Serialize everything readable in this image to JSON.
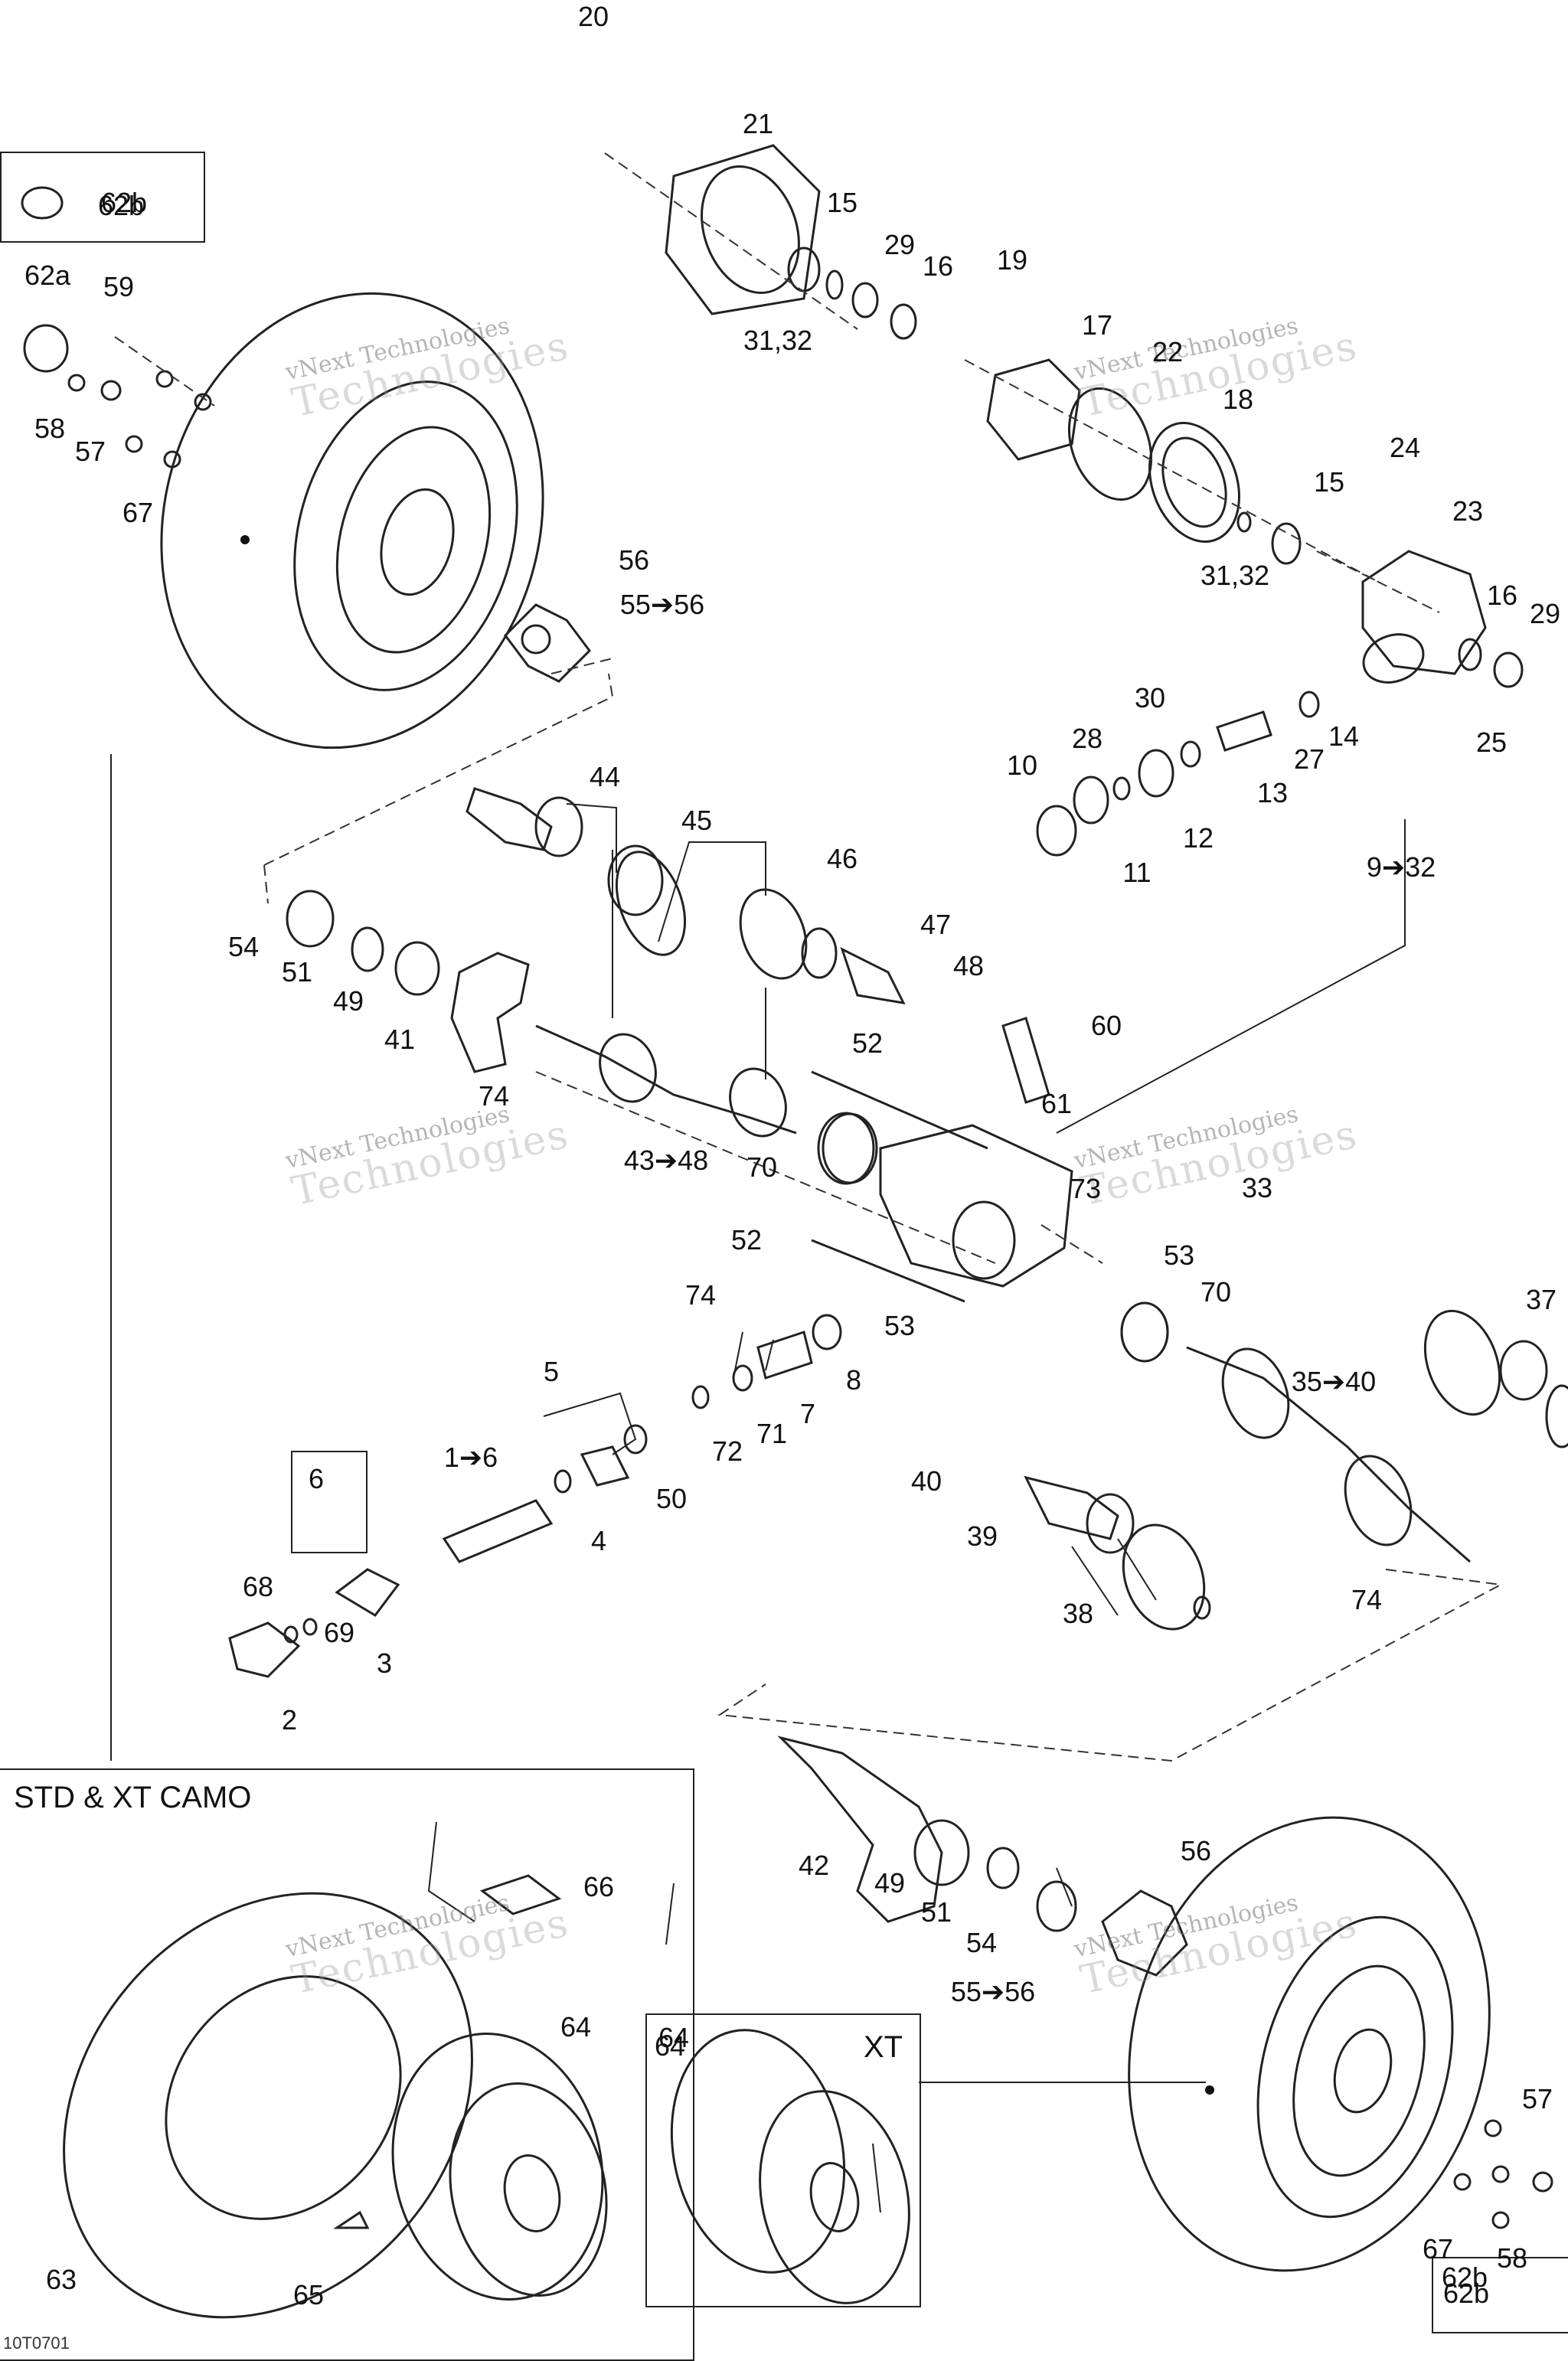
{
  "labels": [
    "20",
    "21",
    "15",
    "29",
    "16",
    "19",
    "31,32",
    "17",
    "22",
    "18",
    "15",
    "24",
    "23",
    "31,32",
    "16",
    "29",
    "25",
    "30",
    "28",
    "27",
    "14",
    "13",
    "10",
    "11",
    "12",
    "9➔32",
    "62b",
    "62a",
    "59",
    "58",
    "57",
    "67",
    "56",
    "55➔56",
    "44",
    "45",
    "46",
    "47",
    "48",
    "54",
    "51",
    "49",
    "41",
    "74",
    "43➔48",
    "52",
    "60",
    "61",
    "70",
    "52",
    "73",
    "33",
    "53",
    "70",
    "74",
    "8",
    "53",
    "7",
    "71",
    "72",
    "5",
    "50",
    "1➔6",
    "4",
    "37",
    "35➔40",
    "40",
    "39",
    "38",
    "74",
    "6",
    "68",
    "69",
    "3",
    "2",
    "56",
    "42",
    "49",
    "51",
    "54",
    "55➔56",
    "66",
    "64",
    "63",
    "65",
    "64",
    "57",
    "67",
    "58",
    "62b"
  ],
  "boxes": {
    "std_xt_camo": "STD & XT CAMO",
    "xt_title": "XT",
    "xt_part": "64",
    "inset_62b": "62b",
    "inset_62b_bottom": "62b"
  },
  "watermark": {
    "line1": "vNext Technologies",
    "line2": "Technologies"
  },
  "footer": "10T0701"
}
